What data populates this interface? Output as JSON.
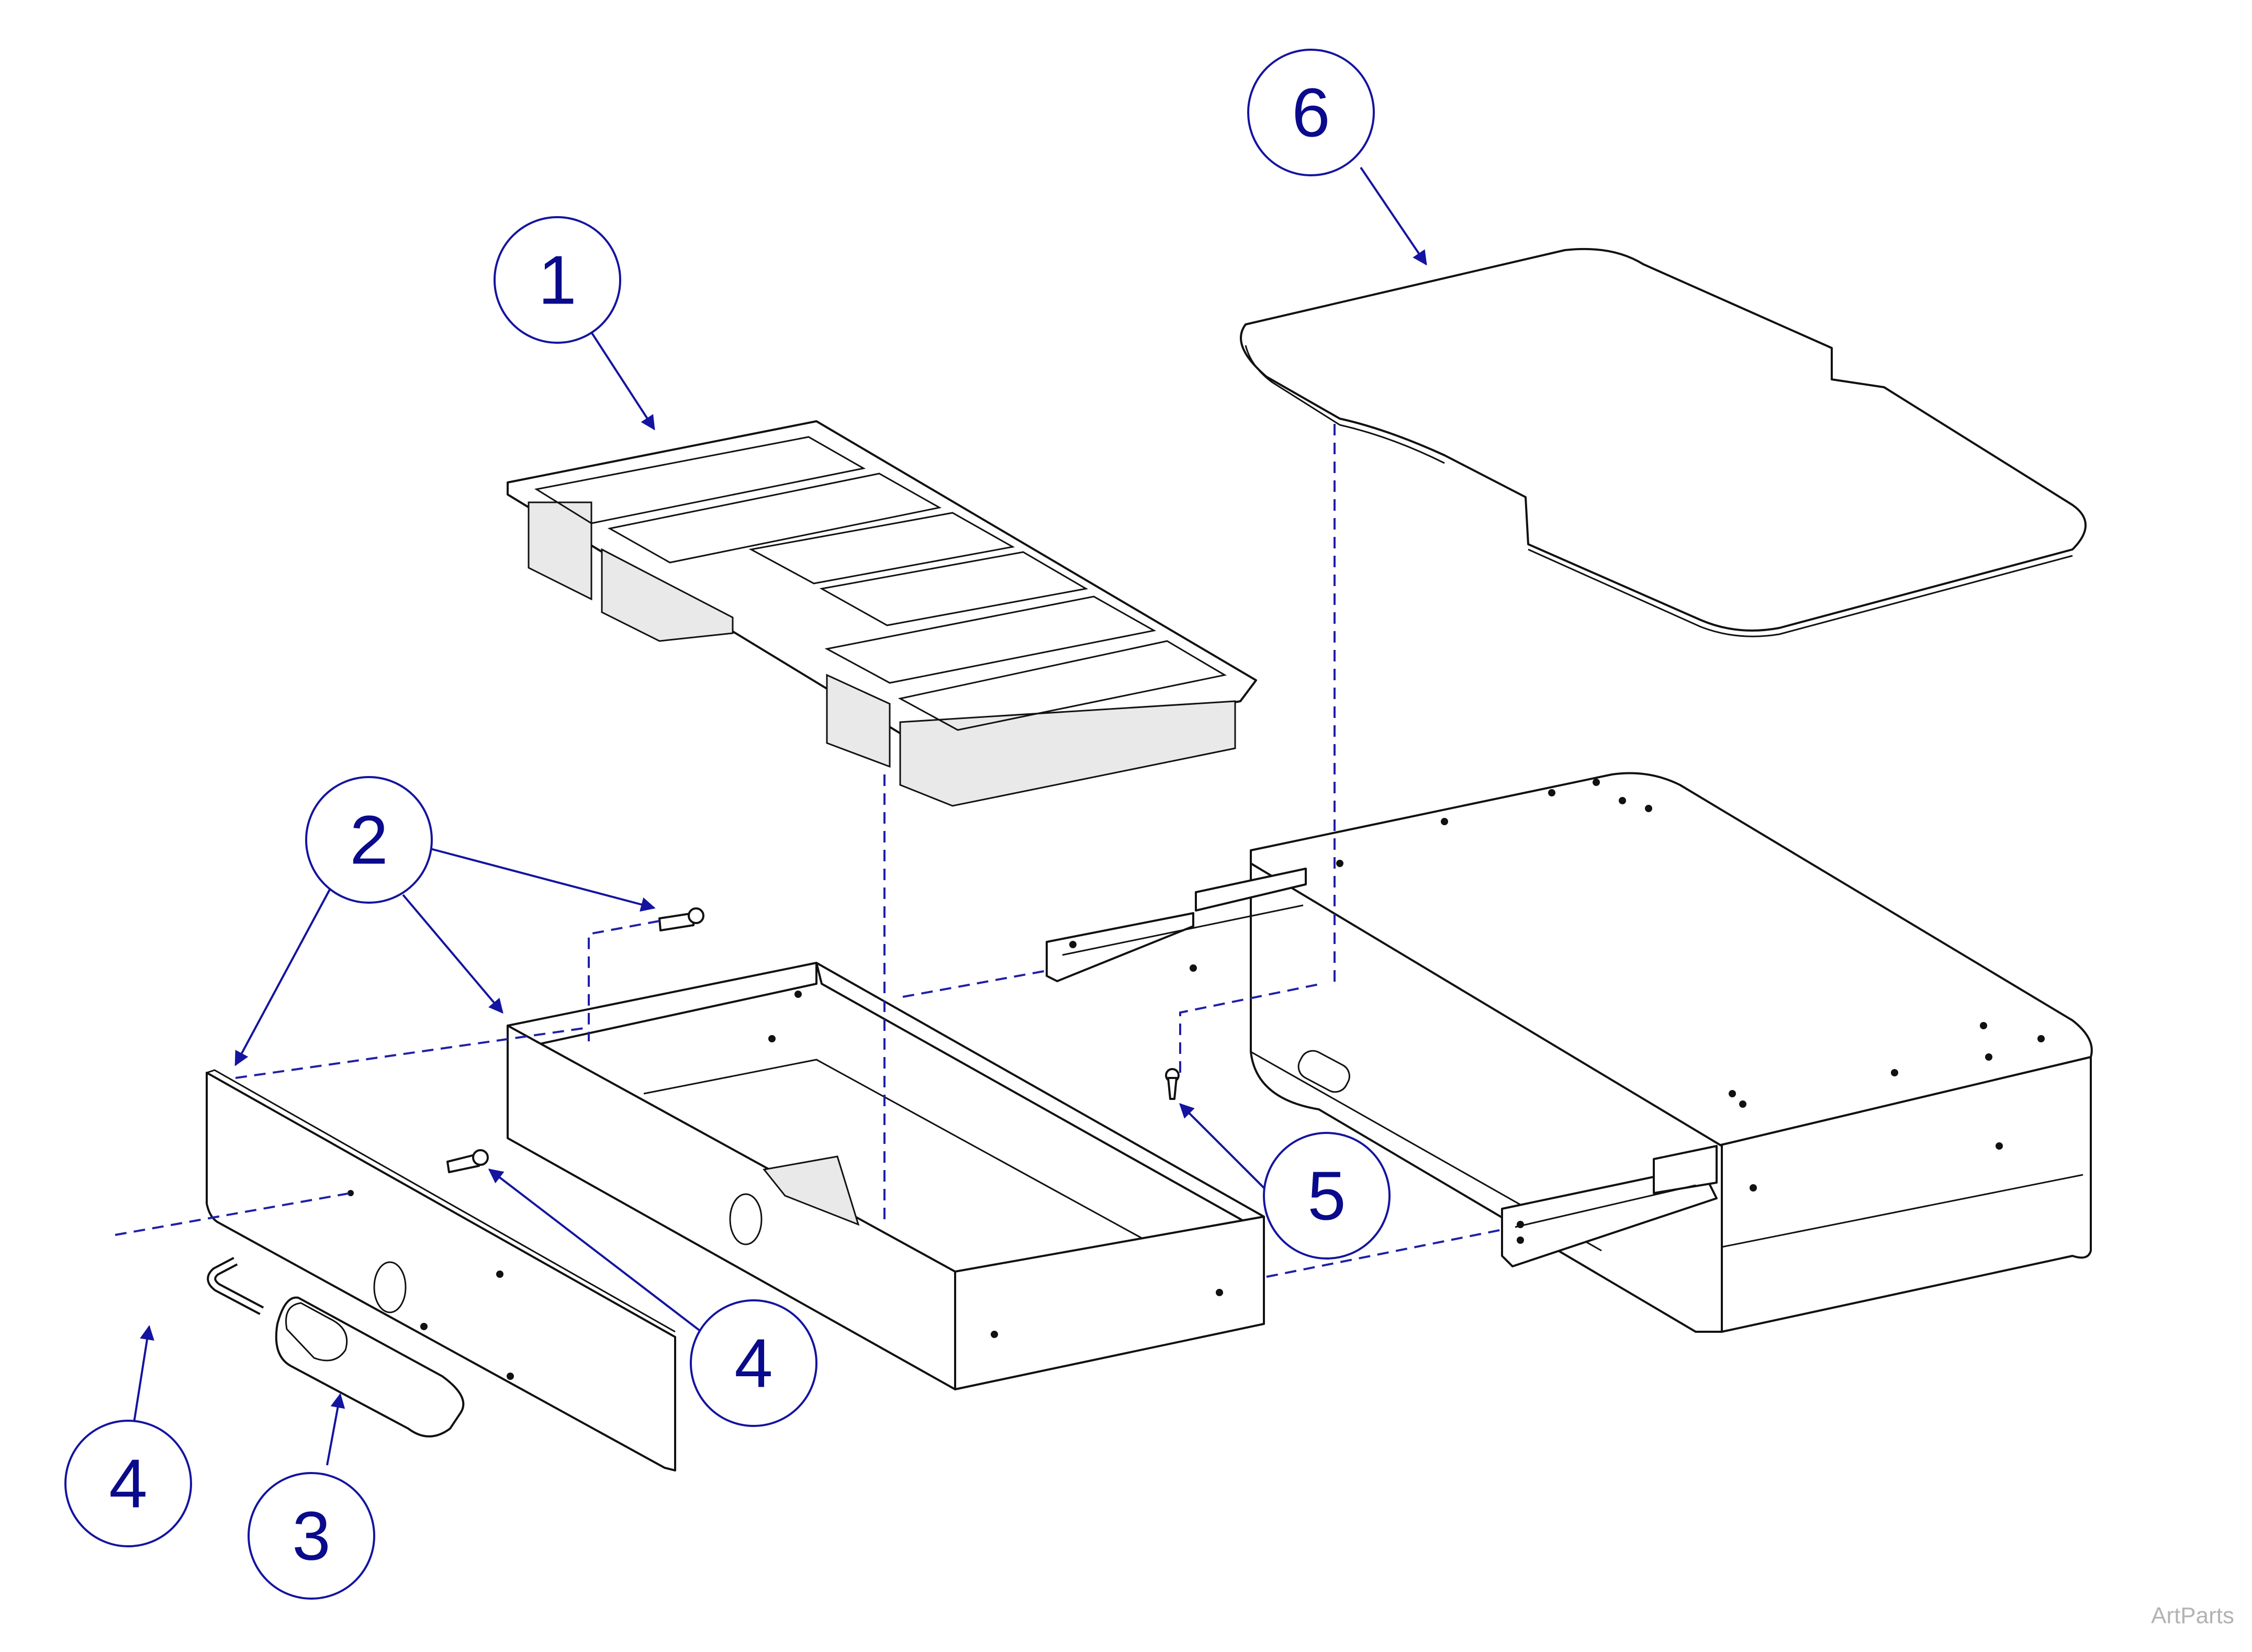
{
  "callouts": [
    {
      "id": "callout-1",
      "label": "1"
    },
    {
      "id": "callout-2",
      "label": "2"
    },
    {
      "id": "callout-3",
      "label": "3"
    },
    {
      "id": "callout-4-left",
      "label": "4"
    },
    {
      "id": "callout-4-center",
      "label": "4"
    },
    {
      "id": "callout-5",
      "label": "5"
    },
    {
      "id": "callout-6",
      "label": "6"
    }
  ],
  "watermark": "ArtParts",
  "colors": {
    "callout_blue": "#1414a0",
    "line_black": "#111111",
    "watermark_gray": "#b3b3b3"
  }
}
